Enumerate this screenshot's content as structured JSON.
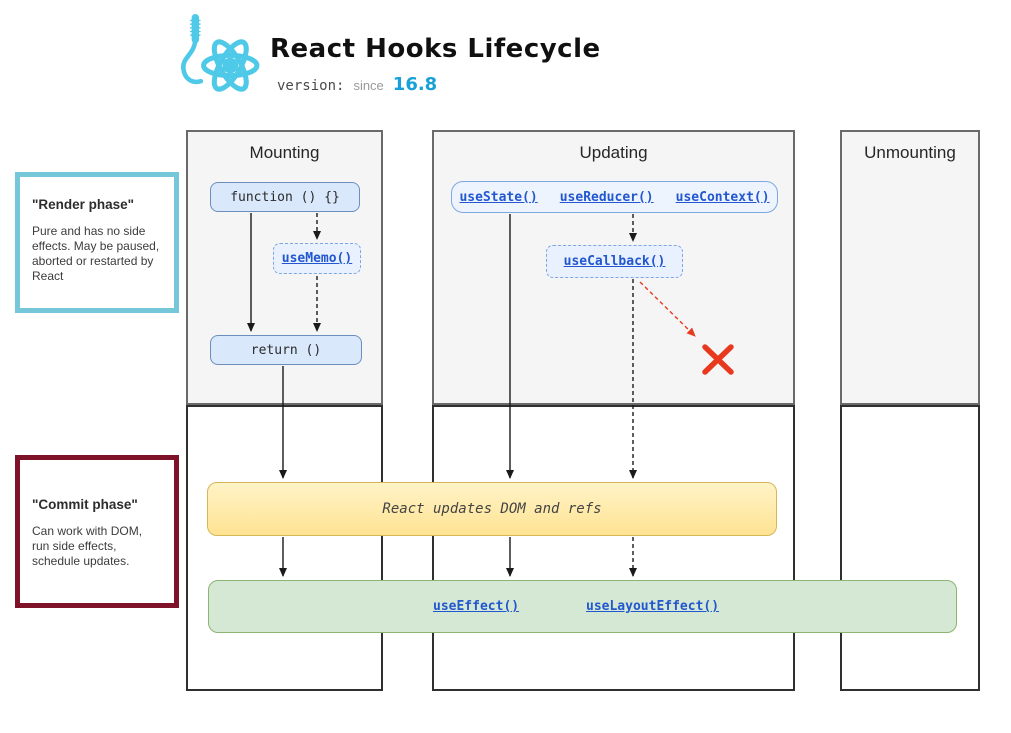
{
  "header": {
    "title": "React Hooks Lifecycle",
    "version_label": "version:",
    "since_label": "since",
    "version_value": "16.8"
  },
  "notes": {
    "render": {
      "title": "\"Render phase\"",
      "body": "Pure and has no side effects. May be paused, aborted or restarted by React"
    },
    "commit": {
      "title": "\"Commit phase\"",
      "body": "Can work with DOM, run side effects, schedule updates."
    }
  },
  "lanes": [
    {
      "label": "Mounting"
    },
    {
      "label": "Updating"
    },
    {
      "label": "Unmounting"
    }
  ],
  "nodes": {
    "function": "function () {}",
    "useMemo": "useMemo()",
    "return": "return ()",
    "useState": "useState()",
    "useReducer": "useReducer()",
    "useContext": "useContext()",
    "useCallback": "useCallback()",
    "domUpdate": "React updates DOM and refs",
    "useEffect": "useEffect()",
    "useLayoutEffect": "useLayoutEffect()"
  },
  "colors": {
    "accent-blue": "#18a0d8",
    "logo-blue": "#4fc9e8",
    "node-fill": "#dae8fc",
    "node-border": "#6c8ebf",
    "hook-node-fill": "#e8f1fd",
    "hook-node-border": "#7ea6e0",
    "link-blue": "#2257d0",
    "yellow-fill-top": "#fff3c6",
    "yellow-fill-bottom": "#ffe393",
    "yellow-border": "#d6b656",
    "green-fill": "#d5e8d4",
    "green-border": "#8cb573",
    "render-border": "#76c7d9",
    "commit-border": "#7d1228",
    "red": "#e8391f",
    "lane-fill": "#f5f5f5",
    "lane-border": "#6a6a6a",
    "lane-bottom-border": "#2f2f2f",
    "arrow-black": "#1a1a1a"
  }
}
